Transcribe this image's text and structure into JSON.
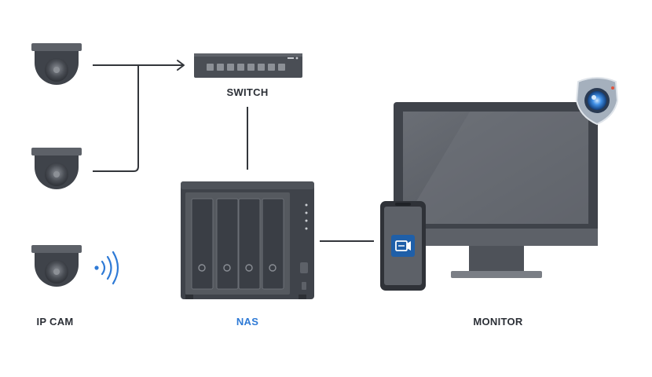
{
  "labels": {
    "switch": "SWITCH",
    "ipcam": "IP CAM",
    "nas": "NAS",
    "monitor": "MONITOR"
  },
  "icons": {
    "camera": "dome-camera-icon",
    "wifi": "wifi-signal-icon",
    "switch": "network-switch-icon",
    "nas": "nas-icon",
    "phone": "smartphone-icon",
    "app": "surveillance-app-icon",
    "monitor": "monitor-icon",
    "badge": "security-camera-badge-icon"
  },
  "colors": {
    "device_dark": "#3f434a",
    "device_mid": "#5d6168",
    "line": "#33363b",
    "label": "#2b2f36",
    "accent": "#2e7ad6",
    "app_blue": "#1f5fa8"
  }
}
